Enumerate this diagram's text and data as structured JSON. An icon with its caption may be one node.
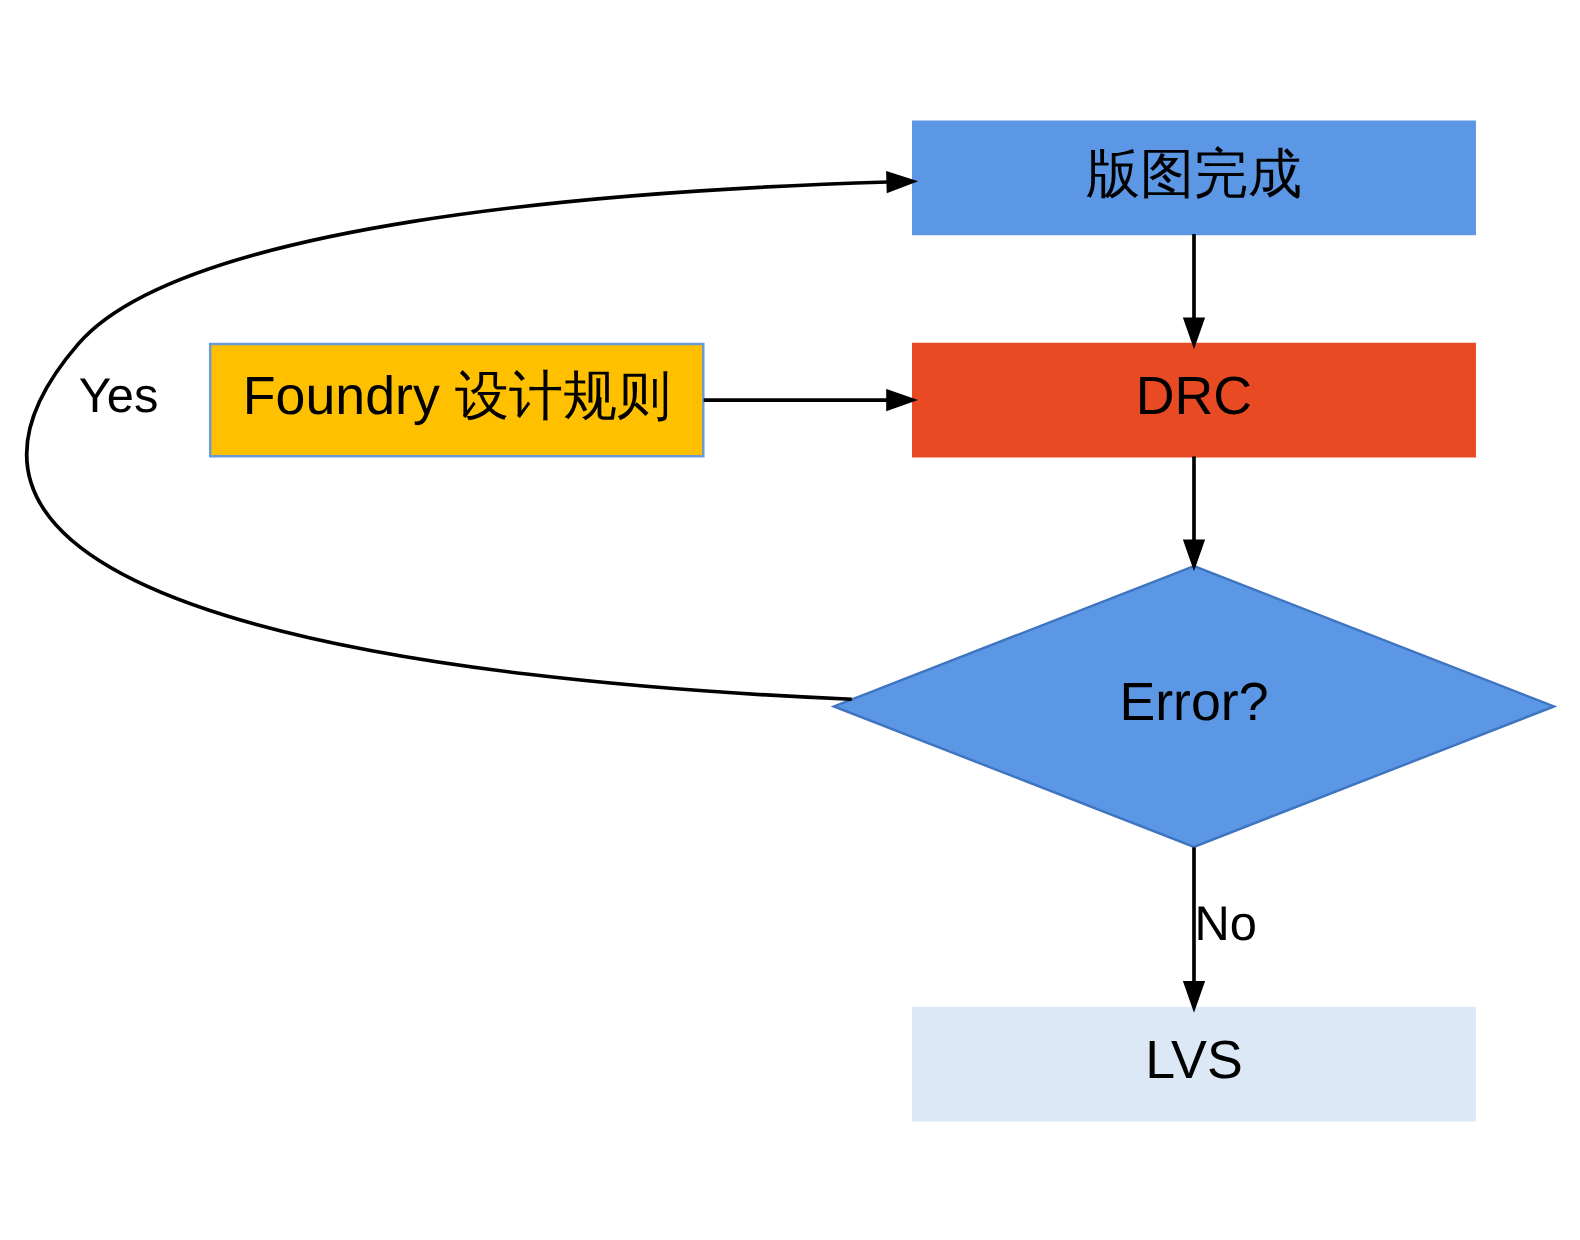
{
  "diagram": {
    "nodes": [
      {
        "text": [
          "版图完成"
        ]
      },
      {
        "text": [
          "Foundry 设计规则"
        ]
      },
      {
        "text": [
          "DRC"
        ]
      },
      {
        "text": [
          "Error?"
        ]
      },
      {
        "text": [
          "LVS"
        ]
      }
    ],
    "edges": [
      {
        "from": 0,
        "to": 2,
        "arrow": "to"
      },
      {
        "from": 1,
        "to": 2,
        "arrow": "to"
      },
      {
        "from": 2,
        "to": 3,
        "arrow": "to"
      },
      {
        "from": 3,
        "to": 0,
        "arrow": "to",
        "label": "Yes"
      },
      {
        "from": 3,
        "to": 4,
        "arrow": "to",
        "label": "No"
      }
    ]
  }
}
